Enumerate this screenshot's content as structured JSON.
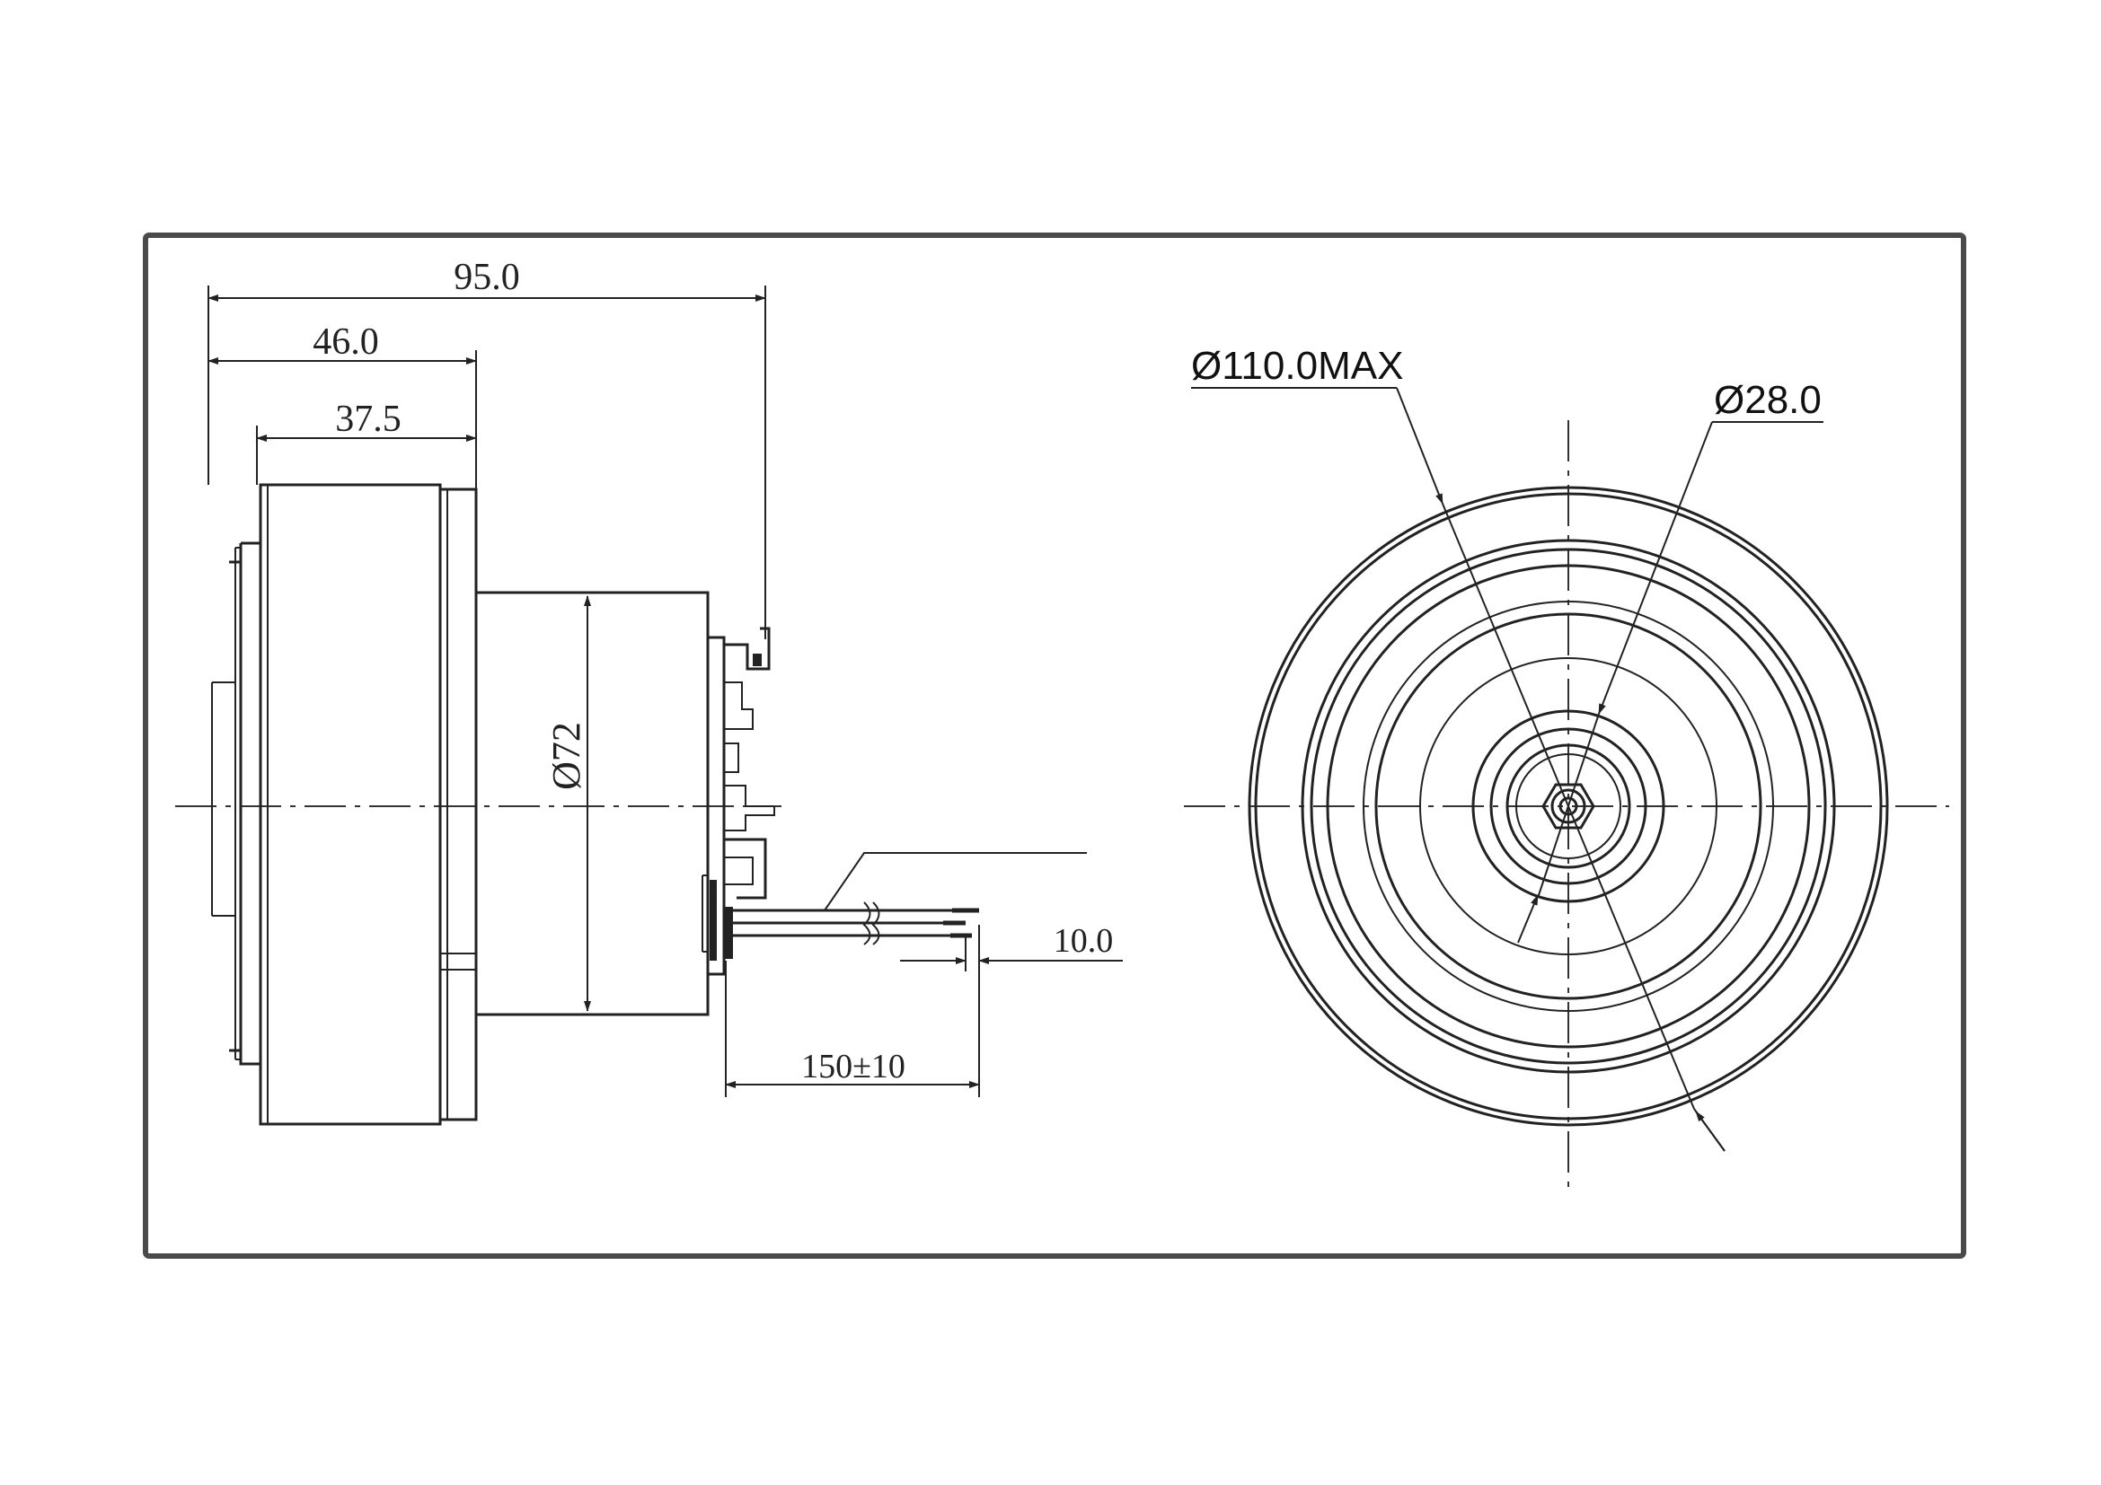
{
  "dimensions": {
    "overall_length": "95.0",
    "body_length": "46.0",
    "front_length": "37.5",
    "housing_diameter": "Ø72",
    "wire_length": "150±10",
    "wire_strip": "10.0",
    "max_diameter": "Ø110.0MAX",
    "hub_diameter": "Ø28.0"
  }
}
